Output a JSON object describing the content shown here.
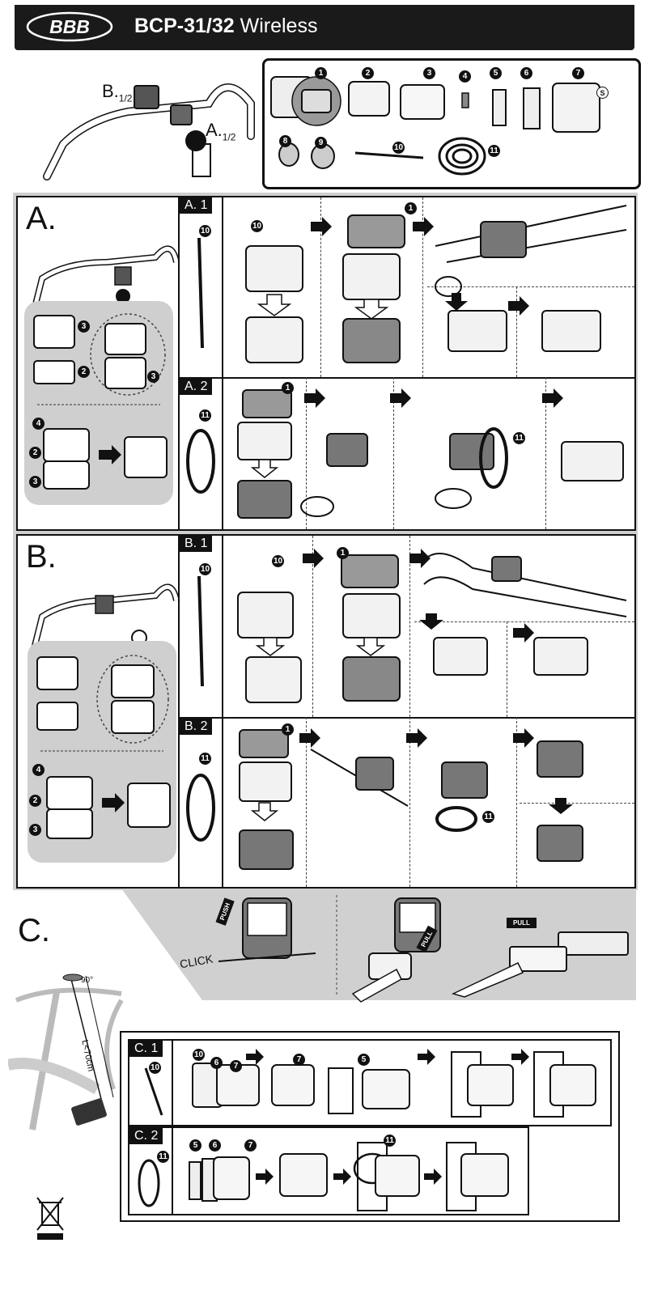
{
  "header": {
    "brand": "BBB",
    "model": "BCP-31/32",
    "subtitle": "Wireless"
  },
  "overview_labels": {
    "b": "B.",
    "b_sub": "1/2",
    "a": "A.",
    "a_sub": "1/2"
  },
  "parts": {
    "numbers": [
      "1",
      "2",
      "3",
      "4",
      "5",
      "6",
      "7",
      "8",
      "9",
      "10",
      "11"
    ],
    "s_label": "S"
  },
  "sections": {
    "a": {
      "letter": "A.",
      "step1": "A. 1",
      "step2": "A. 2"
    },
    "b": {
      "letter": "B.",
      "step1": "B. 1",
      "step2": "B. 2"
    },
    "c": {
      "letter": "C.",
      "step1": "C. 1",
      "step2": "C. 2"
    }
  },
  "callouts": {
    "n1": "1",
    "n2": "2",
    "n3": "3",
    "n4": "4",
    "n5": "5",
    "n6": "6",
    "n7": "7",
    "n10": "10",
    "n11": "11"
  },
  "c_panel": {
    "push": "PUSH",
    "click": "CLICK",
    "pull": "PULL",
    "pull2": "PULL",
    "angle": "90°",
    "distance": "L<70cm"
  }
}
